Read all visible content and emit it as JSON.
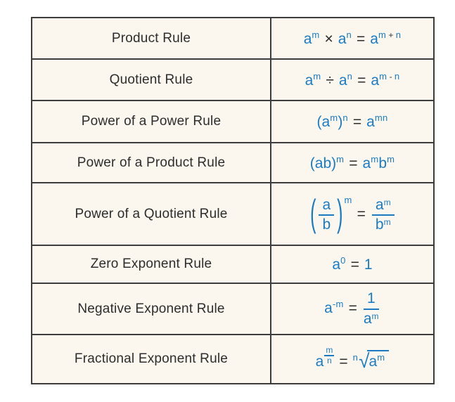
{
  "page": {
    "background": "#ffffff"
  },
  "table": {
    "border_color": "#3c3c3c",
    "cell_background": "#fbf7ee",
    "name_color": "#2d2d2d",
    "formula_color": "#1a7bc4",
    "operator_color": "#2b2b2b",
    "rows": [
      {
        "name": "Product Rule",
        "formula": [
          {
            "t": "var",
            "v": "a"
          },
          {
            "t": "sup",
            "v": "m"
          },
          {
            "t": "dark",
            "v": "×"
          },
          {
            "t": "var",
            "v": "a"
          },
          {
            "t": "sup",
            "v": "n"
          },
          {
            "t": "dark",
            "v": "="
          },
          {
            "t": "var",
            "v": "a"
          },
          {
            "t": "sup",
            "v": "m"
          },
          {
            "t": "dsup",
            "v": " + "
          },
          {
            "t": "sup",
            "v": "n"
          }
        ]
      },
      {
        "name": "Quotient Rule",
        "formula": [
          {
            "t": "var",
            "v": "a"
          },
          {
            "t": "sup",
            "v": "m"
          },
          {
            "t": "dark",
            "v": "÷"
          },
          {
            "t": "var",
            "v": "a"
          },
          {
            "t": "sup",
            "v": "n"
          },
          {
            "t": "dark",
            "v": "="
          },
          {
            "t": "var",
            "v": "a"
          },
          {
            "t": "sup",
            "v": "m"
          },
          {
            "t": "dsup",
            "v": " - "
          },
          {
            "t": "sup",
            "v": "n"
          }
        ]
      },
      {
        "name": "Power of a Power Rule",
        "formula": [
          {
            "t": "var",
            "v": "(a"
          },
          {
            "t": "sup",
            "v": "m"
          },
          {
            "t": "var",
            "v": ")"
          },
          {
            "t": "sup",
            "v": "n"
          },
          {
            "t": "dark",
            "v": "="
          },
          {
            "t": "var",
            "v": "a"
          },
          {
            "t": "sup",
            "v": "mn"
          }
        ]
      },
      {
        "name": "Power of a Product Rule",
        "formula": [
          {
            "t": "var",
            "v": "(ab)"
          },
          {
            "t": "sup",
            "v": "m"
          },
          {
            "t": "dark",
            "v": "="
          },
          {
            "t": "var",
            "v": "a"
          },
          {
            "t": "sup",
            "v": "m"
          },
          {
            "t": "var",
            "v": "b"
          },
          {
            "t": "sup",
            "v": "m"
          }
        ]
      },
      {
        "name": "Power of a Quotient Rule",
        "formula": [
          {
            "t": "bigparen",
            "v": "("
          },
          {
            "t": "frac",
            "num": [
              {
                "t": "var",
                "v": "a"
              }
            ],
            "den": [
              {
                "t": "var",
                "v": "b"
              }
            ]
          },
          {
            "t": "bigparen",
            "v": ")"
          },
          {
            "t": "sup",
            "v": "m",
            "hi": true
          },
          {
            "t": "dark",
            "v": "="
          },
          {
            "t": "frac",
            "num": [
              {
                "t": "var",
                "v": "a"
              },
              {
                "t": "sup",
                "v": "m"
              }
            ],
            "den": [
              {
                "t": "var",
                "v": "b"
              },
              {
                "t": "sup",
                "v": "m"
              }
            ]
          }
        ]
      },
      {
        "name": "Zero Exponent Rule",
        "formula": [
          {
            "t": "var",
            "v": "a"
          },
          {
            "t": "sup",
            "v": "0"
          },
          {
            "t": "dark",
            "v": "="
          },
          {
            "t": "var",
            "v": "1"
          }
        ]
      },
      {
        "name": "Negative Exponent Rule",
        "formula": [
          {
            "t": "var",
            "v": "a"
          },
          {
            "t": "sup",
            "v": "-m"
          },
          {
            "t": "dark",
            "v": "="
          },
          {
            "t": "frac",
            "num": [
              {
                "t": "var",
                "v": "1"
              }
            ],
            "den": [
              {
                "t": "var",
                "v": "a"
              },
              {
                "t": "sup",
                "v": "m"
              }
            ]
          }
        ]
      },
      {
        "name": "Fractional Exponent Rule",
        "formula": [
          {
            "t": "var",
            "v": "a"
          },
          {
            "t": "supfrac",
            "num": "m",
            "den": "n"
          },
          {
            "t": "dark",
            "v": "="
          },
          {
            "t": "sup",
            "v": "n",
            "idx": true
          },
          {
            "t": "sqrt",
            "body": [
              {
                "t": "var",
                "v": "a"
              },
              {
                "t": "sup",
                "v": "m"
              }
            ]
          }
        ]
      }
    ]
  }
}
